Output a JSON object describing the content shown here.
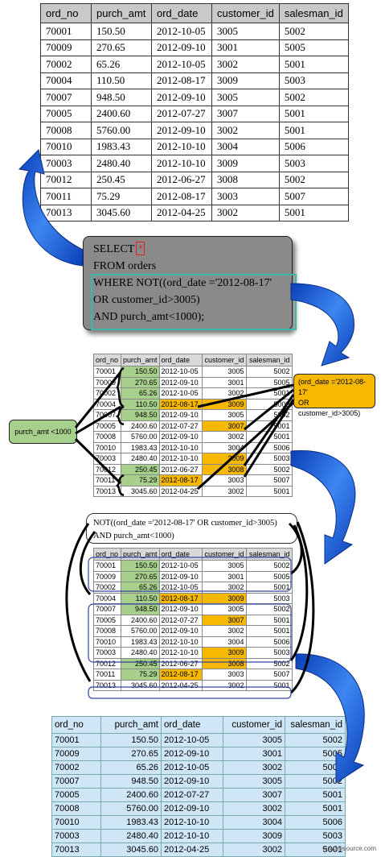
{
  "headers": [
    "ord_no",
    "purch_amt",
    "ord_date",
    "customer_id",
    "salesman_id"
  ],
  "orders": [
    [
      "70001",
      "150.50",
      "2012-10-05",
      "3005",
      "5002"
    ],
    [
      "70009",
      "270.65",
      "2012-09-10",
      "3001",
      "5005"
    ],
    [
      "70002",
      "65.26",
      "2012-10-05",
      "3002",
      "5001"
    ],
    [
      "70004",
      "110.50",
      "2012-08-17",
      "3009",
      "5003"
    ],
    [
      "70007",
      "948.50",
      "2012-09-10",
      "3005",
      "5002"
    ],
    [
      "70005",
      "2400.60",
      "2012-07-27",
      "3007",
      "5001"
    ],
    [
      "70008",
      "5760.00",
      "2012-09-10",
      "3002",
      "5001"
    ],
    [
      "70010",
      "1983.43",
      "2012-10-10",
      "3004",
      "5006"
    ],
    [
      "70003",
      "2480.40",
      "2012-10-10",
      "3009",
      "5003"
    ],
    [
      "70012",
      "250.45",
      "2012-06-27",
      "3008",
      "5002"
    ],
    [
      "70011",
      "75.29",
      "2012-08-17",
      "3003",
      "5007"
    ],
    [
      "70013",
      "3045.60",
      "2012-04-25",
      "3002",
      "5001"
    ]
  ],
  "highlight": {
    "purch_rows": [
      0,
      1,
      2,
      3,
      4,
      9,
      10
    ],
    "date_rows": [
      3,
      10
    ],
    "cust_rows": [
      3,
      5,
      8,
      9
    ],
    "green": "#a8d08d",
    "orange": "#f6b800",
    "result_bg": "#cfe6f6"
  },
  "query": {
    "select": "SELECT",
    "star": "*",
    "from": "FROM  orders",
    "where1": "WHERE NOT((ord_date ='2012-08-17'",
    "where2": "OR customer_id>3005)",
    "where3": "AND purch_amt<1000);"
  },
  "callouts": {
    "purch": "purch_amt <1000",
    "date1": "(ord_date ='2012-08-17'",
    "date2": "OR",
    "date3": "customer_id>3005)",
    "not1": "NOT((ord_date ='2012-08-17' OR customer_id>3005)",
    "not2": "AND purch_amt<1000)"
  },
  "result_rows": [
    [
      "70001",
      "150.50",
      "2012-10-05",
      "3005",
      "5002"
    ],
    [
      "70009",
      "270.65",
      "2012-09-10",
      "3001",
      "5005"
    ],
    [
      "70002",
      "65.26",
      "2012-10-05",
      "3002",
      "5001"
    ],
    [
      "70007",
      "948.50",
      "2012-09-10",
      "3005",
      "5002"
    ],
    [
      "70005",
      "2400.60",
      "2012-07-27",
      "3007",
      "5001"
    ],
    [
      "70008",
      "5760.00",
      "2012-09-10",
      "3002",
      "5001"
    ],
    [
      "70010",
      "1983.43",
      "2012-10-10",
      "3004",
      "5006"
    ],
    [
      "70003",
      "2480.40",
      "2012-10-10",
      "3009",
      "5003"
    ],
    [
      "70013",
      "3045.60",
      "2012-04-25",
      "3002",
      "5001"
    ]
  ],
  "watermark": "© w3resource.com",
  "arrow_color": "#1f5fd8"
}
